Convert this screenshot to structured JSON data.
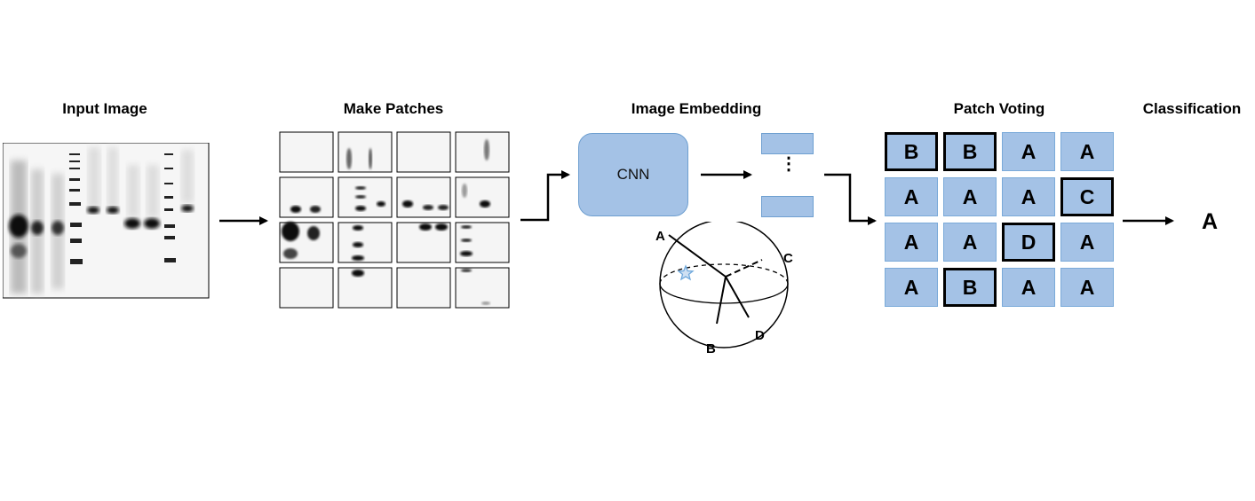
{
  "headers": {
    "input": "Input Image",
    "patches": "Make Patches",
    "embedding": "Image Embedding",
    "voting": "Patch Voting",
    "classification": "Classification"
  },
  "cnn_label": "CNN",
  "embedding_ellipsis": "⋮",
  "sphere_labels": {
    "a": "A",
    "b": "B",
    "c": "C",
    "d": "D"
  },
  "voting_grid": [
    [
      {
        "label": "B",
        "highlight": true
      },
      {
        "label": "B",
        "highlight": true
      },
      {
        "label": "A",
        "highlight": false
      },
      {
        "label": "A",
        "highlight": false
      }
    ],
    [
      {
        "label": "A",
        "highlight": false
      },
      {
        "label": "A",
        "highlight": false
      },
      {
        "label": "A",
        "highlight": false
      },
      {
        "label": "C",
        "highlight": true
      }
    ],
    [
      {
        "label": "A",
        "highlight": false
      },
      {
        "label": "A",
        "highlight": false
      },
      {
        "label": "D",
        "highlight": true
      },
      {
        "label": "A",
        "highlight": false
      }
    ],
    [
      {
        "label": "A",
        "highlight": false
      },
      {
        "label": "B",
        "highlight": true
      },
      {
        "label": "A",
        "highlight": false
      },
      {
        "label": "A",
        "highlight": false
      }
    ]
  ],
  "result": "A",
  "colors": {
    "accent": "#a4c2e6",
    "accent_border": "#6e9fd0",
    "star": "#6fa8dc"
  }
}
